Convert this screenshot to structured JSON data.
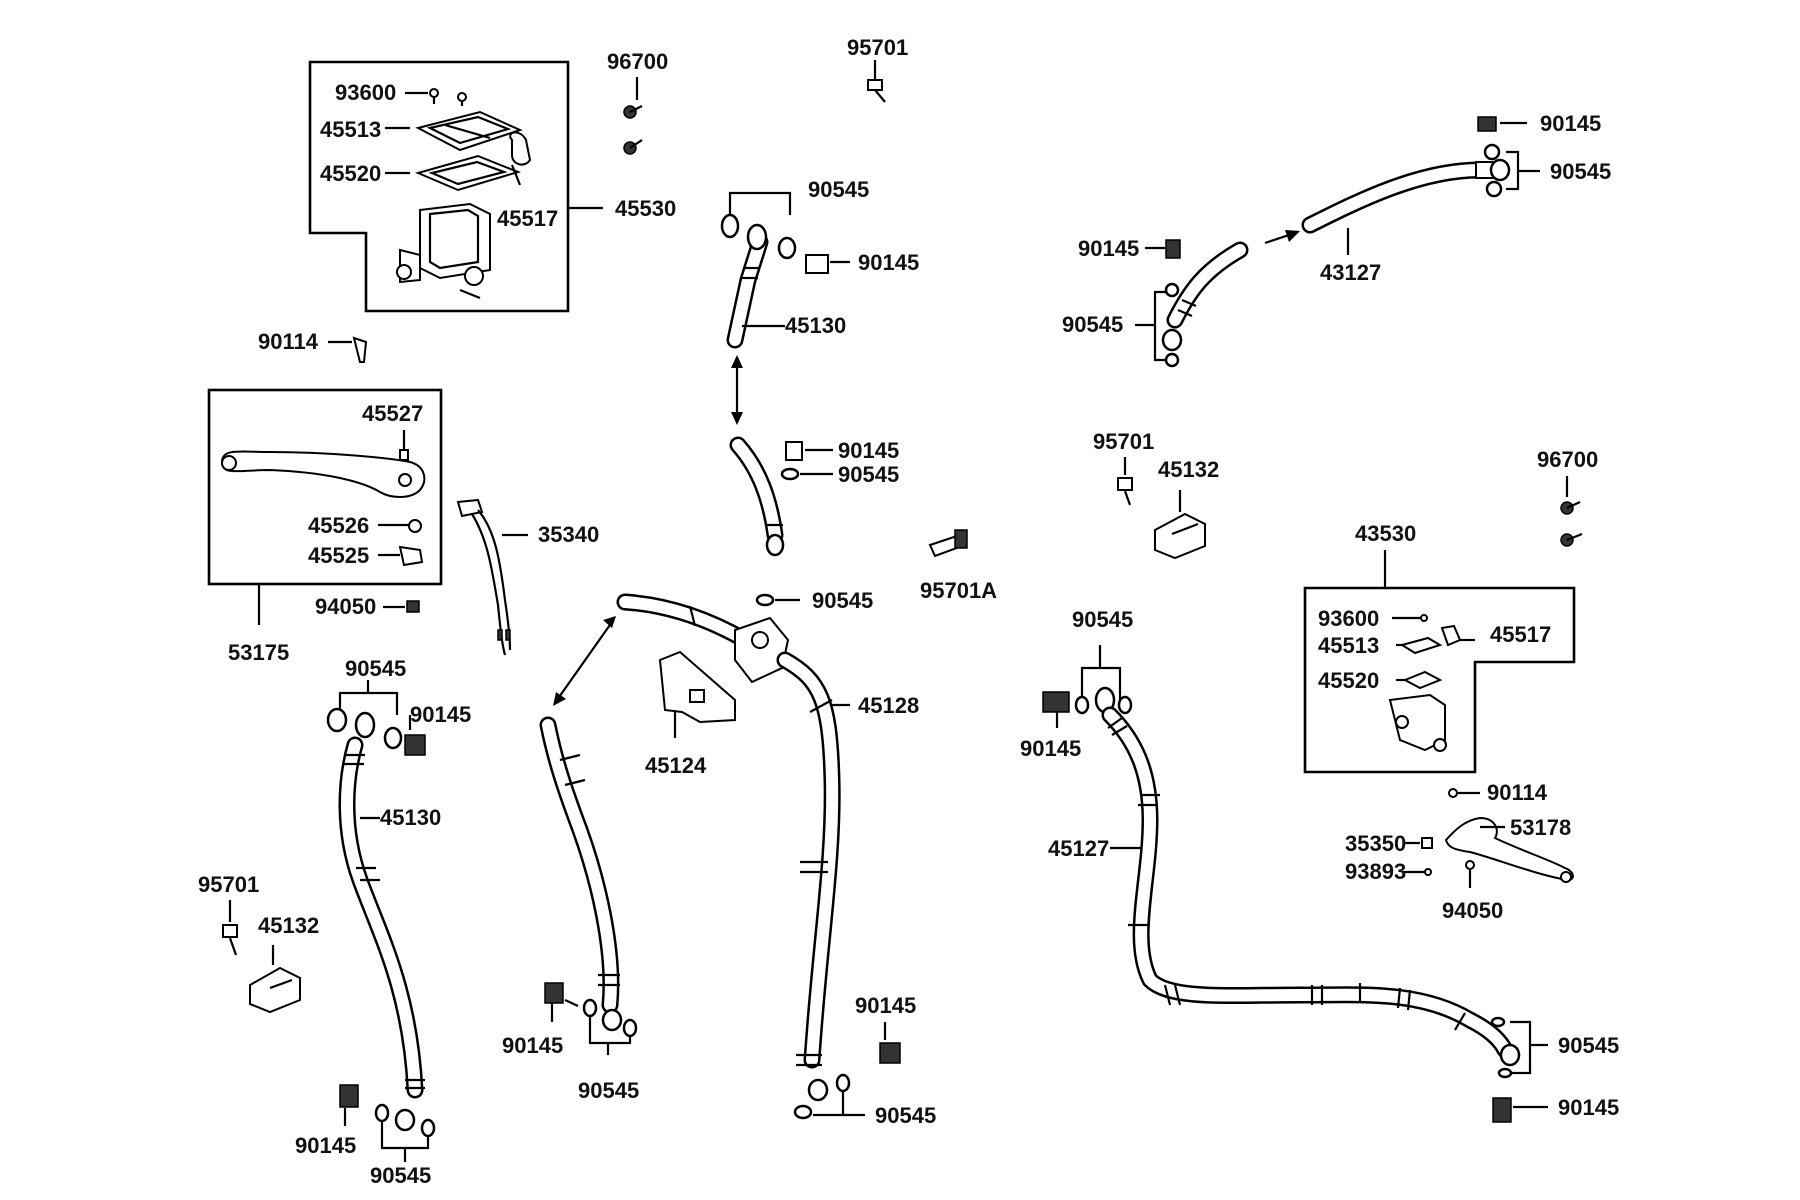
{
  "labels": {
    "l93600a": "93600",
    "l96700a": "96700",
    "l95701a": "95701",
    "l45513a": "45513",
    "l45520a": "45520",
    "l45517a": "45517",
    "l45530": "45530",
    "l90545a": "90545",
    "l90145a": "90145",
    "l45130a": "45130",
    "l90145b": "90145",
    "l90545b": "90545",
    "l90145c": "90145",
    "l43127": "43127",
    "l90545c": "90545",
    "l90114a": "90114",
    "l45527": "45527",
    "l45526": "45526",
    "l45525": "45525",
    "l35340": "35340",
    "l94050a": "94050",
    "l53175": "53175",
    "l90145d": "90145",
    "l90545d": "90545",
    "l95701b": "95701",
    "l45132a": "45132",
    "l96700b": "96700",
    "l95701c": "95701A",
    "l43530": "43530",
    "l90545e": "90545",
    "l93600b": "93600",
    "l45513b": "45513",
    "l45517b": "45517",
    "l45520b": "45520",
    "l90545f": "90545",
    "l90145e": "90145",
    "l45128": "45128",
    "l45124": "45124",
    "l90545g": "90545",
    "l90145f": "90145",
    "l90545h": "90545",
    "l90145g": "90145",
    "l45130b": "45130",
    "l95701d": "95701",
    "l45132b": "45132",
    "l90145h": "90145",
    "l90545i": "90545",
    "l45127": "45127",
    "l90114b": "90114",
    "l53178": "53178",
    "l35350": "35350",
    "l93893": "93893",
    "l94050b": "94050",
    "l90145i": "90145",
    "l90545j": "90545",
    "l90545k": "90545",
    "l90145j": "90145",
    "l90145k": "90145",
    "l90545l": "90545"
  },
  "colors": {
    "line": "#000000",
    "background": "#ffffff",
    "text": "#111111"
  }
}
